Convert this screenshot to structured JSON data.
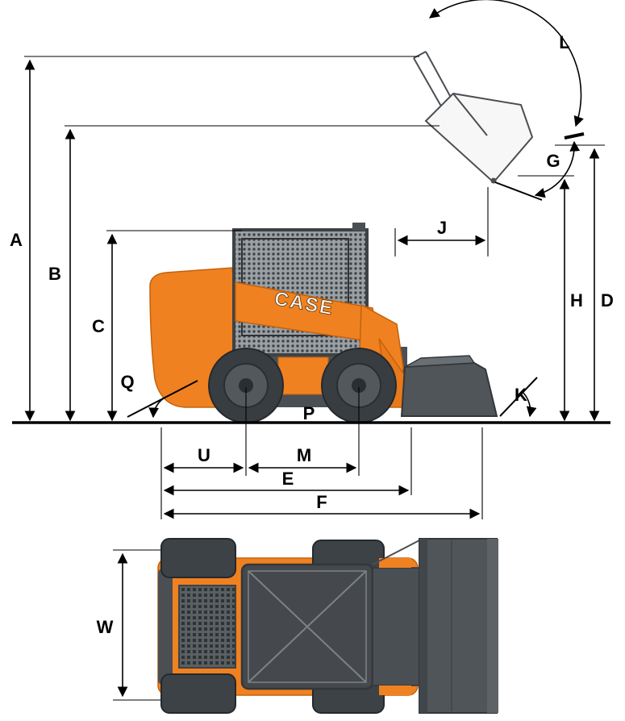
{
  "diagram": {
    "type": "skid-steer-dimension-diagram",
    "brand_logo": "CASE",
    "views": {
      "side": "side-view",
      "top": "top-view"
    },
    "dimension_labels": {
      "A": "A",
      "B": "B",
      "C": "C",
      "D": "D",
      "E": "E",
      "F": "F",
      "G": "G",
      "H": "H",
      "J": "J",
      "K": "K",
      "L": "L",
      "M": "M",
      "P": "P",
      "Q": "Q",
      "U": "U",
      "W": "W"
    },
    "colors": {
      "machine_orange": "#F08121",
      "machine_gray": "#4A4F54",
      "tire_dark": "#383D41",
      "bucket_gray": "#50555A",
      "line": "#000000",
      "background": "#FFFFFF"
    }
  }
}
